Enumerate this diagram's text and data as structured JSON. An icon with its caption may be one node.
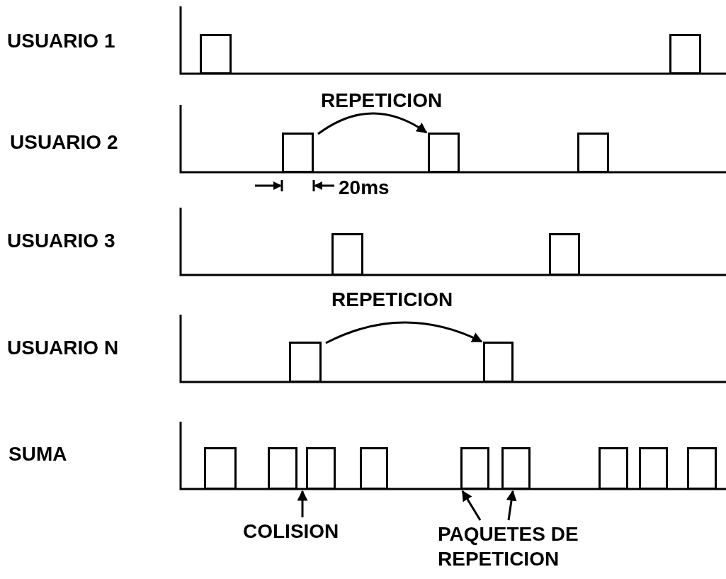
{
  "diagram": {
    "nodes": [
      {
        "text": [],
        "shape": "box"
      },
      {
        "text": [],
        "shape": "box"
      },
      {
        "text": [],
        "shape": "box"
      },
      {
        "text": [],
        "shape": "box"
      },
      {
        "text": [],
        "shape": "box"
      },
      {
        "text": [],
        "shape": "box"
      },
      {
        "text": [],
        "shape": "box"
      },
      {
        "text": [],
        "shape": "box"
      },
      {
        "text": [],
        "shape": "box"
      },
      {
        "text": [],
        "shape": "box"
      },
      {
        "text": [],
        "shape": "box"
      },
      {
        "text": [],
        "shape": "box"
      },
      {
        "text": [],
        "shape": "box"
      },
      {
        "text": [],
        "shape": "box"
      },
      {
        "text": [],
        "shape": "box"
      },
      {
        "text": [],
        "shape": "box"
      },
      {
        "text": [],
        "shape": "box"
      },
      {
        "text": [],
        "shape": "box"
      },
      {
        "text": [
          "COLISION"
        ]
      },
      {
        "text": [
          "PAQUETES DE REPETICION"
        ]
      }
    ],
    "edges": [
      {
        "from": 2,
        "to": 3,
        "arrow": "to",
        "label": "REPETICION"
      },
      {
        "from": 7,
        "to": 8,
        "arrow": "to",
        "label": "REPETICION"
      },
      {
        "from": 18,
        "to": 11,
        "arrow": "to"
      },
      {
        "from": 19,
        "to": 13,
        "arrow": "to"
      },
      {
        "from": 19,
        "to": 14,
        "arrow": "to"
      }
    ],
    "labels": [
      "USUARIO 1",
      "USUARIO 2",
      "20ms",
      "USUARIO 3",
      "USUARIO N",
      "SUMA"
    ]
  }
}
